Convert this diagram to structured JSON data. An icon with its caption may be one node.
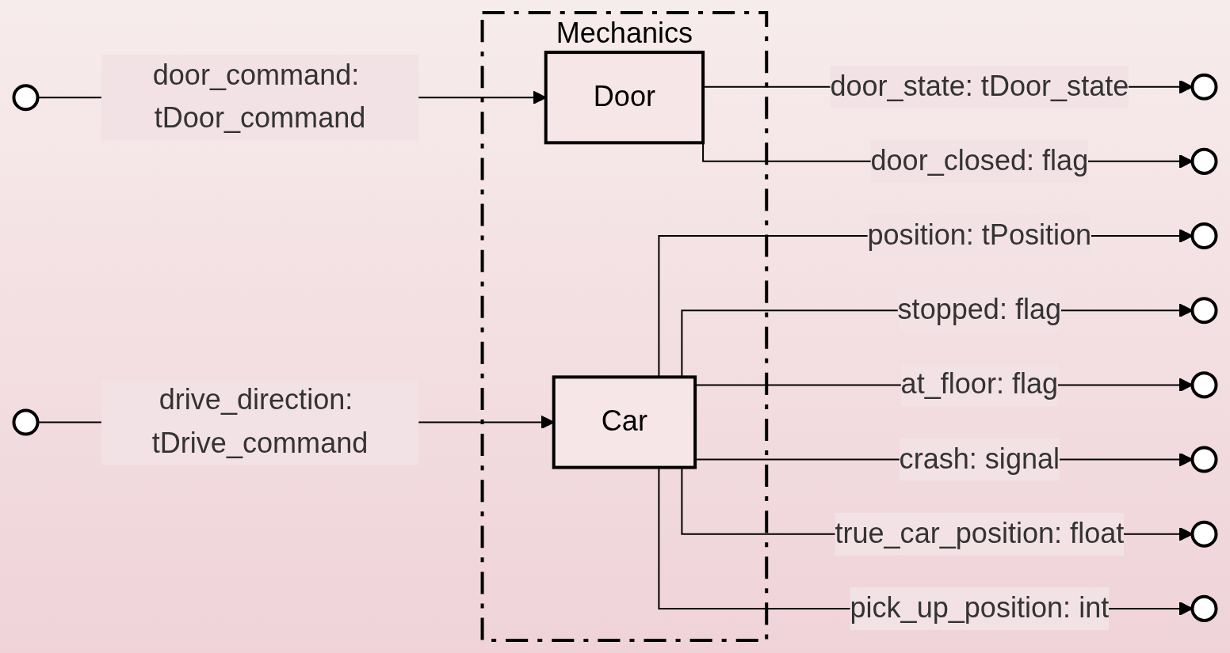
{
  "diagram": {
    "nodes": [
      {
        "text": [
          "Mechanics"
        ]
      },
      {
        "text": [
          "Door"
        ],
        "in": 0
      },
      {
        "text": [
          "Car"
        ],
        "in": 0
      },
      {
        "text": [],
        "shape": "semicircle"
      },
      {
        "text": [],
        "shape": "semicircle"
      },
      {
        "text": [],
        "shape": "semicircle"
      },
      {
        "text": [],
        "shape": "semicircle"
      },
      {
        "text": [],
        "shape": "semicircle"
      },
      {
        "text": [],
        "shape": "semicircle"
      },
      {
        "text": [],
        "shape": "semicircle"
      },
      {
        "text": [],
        "shape": "semicircle"
      },
      {
        "text": [],
        "shape": "semicircle"
      },
      {
        "text": [],
        "shape": "semicircle"
      }
    ],
    "edges": [
      {
        "from": 3,
        "to": 1,
        "label": "door_command: tDoor_command",
        "arrow": "to"
      },
      {
        "from": 1,
        "to": 4,
        "label": "door_state: tDoor_state",
        "arrow": "to"
      },
      {
        "from": 1,
        "to": 5,
        "label": "door_closed: flag",
        "arrow": "to"
      },
      {
        "from": 6,
        "to": 2,
        "label": "drive_direction: tDrive_command",
        "arrow": "to"
      },
      {
        "from": 2,
        "to": 7,
        "label": "position: tPosition",
        "arrow": "to"
      },
      {
        "from": 2,
        "to": 8,
        "label": "stopped: flag",
        "arrow": "to"
      },
      {
        "from": 2,
        "to": 9,
        "label": "at_floor: flag",
        "arrow": "to"
      },
      {
        "from": 2,
        "to": 10,
        "label": "crash: signal",
        "arrow": "to"
      },
      {
        "from": 2,
        "to": 11,
        "label": "true_car_position: float",
        "arrow": "to"
      },
      {
        "from": 2,
        "to": 12,
        "label": "pick_up_position: int",
        "arrow": "to"
      }
    ]
  }
}
